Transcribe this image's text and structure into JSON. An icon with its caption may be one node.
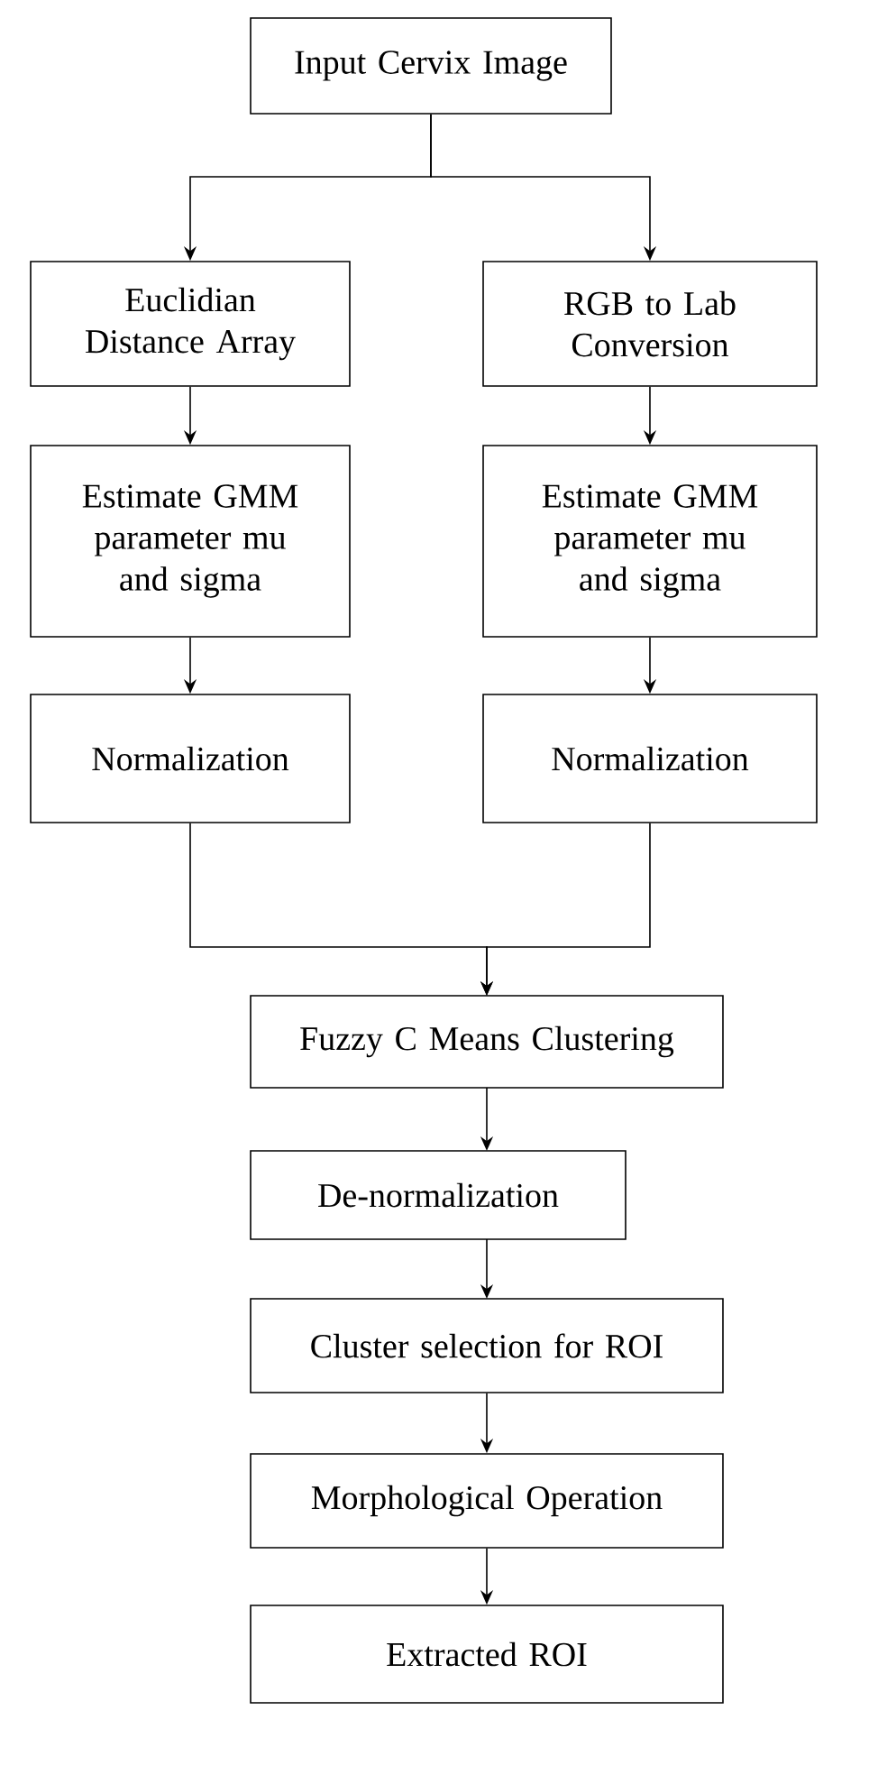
{
  "diagram": {
    "nodes": [
      {
        "text": [
          "Input Cervix Image"
        ]
      },
      {
        "text": [
          "Euclidian Distance Array"
        ]
      },
      {
        "text": [
          "RGB to Lab Conversion"
        ]
      },
      {
        "text": [
          "Estimate GMM parameter mu and sigma"
        ]
      },
      {
        "text": [
          "Estimate GMM parameter mu and sigma"
        ]
      },
      {
        "text": [
          "Normalization"
        ]
      },
      {
        "text": [
          "Normalization"
        ]
      },
      {
        "text": [
          "Fuzzy C Means Clustering"
        ]
      },
      {
        "text": [
          "De-normalization"
        ]
      },
      {
        "text": [
          "Cluster selection for ROI"
        ]
      },
      {
        "text": [
          "Morphological Operation"
        ]
      },
      {
        "text": [
          "Extracted ROI"
        ]
      }
    ],
    "edges": [
      {
        "from": 0,
        "to": 1,
        "arrow": "to"
      },
      {
        "from": 0,
        "to": 2,
        "arrow": "to"
      },
      {
        "from": 1,
        "to": 3,
        "arrow": "to"
      },
      {
        "from": 2,
        "to": 4,
        "arrow": "to"
      },
      {
        "from": 3,
        "to": 5,
        "arrow": "to"
      },
      {
        "from": 4,
        "to": 6,
        "arrow": "to"
      },
      {
        "from": 5,
        "to": 7,
        "arrow": "to"
      },
      {
        "from": 6,
        "to": 7,
        "arrow": "to"
      },
      {
        "from": 7,
        "to": 8,
        "arrow": "to"
      },
      {
        "from": 8,
        "to": 9,
        "arrow": "to"
      },
      {
        "from": 9,
        "to": 10,
        "arrow": "to"
      },
      {
        "from": 10,
        "to": 11,
        "arrow": "to"
      }
    ]
  }
}
